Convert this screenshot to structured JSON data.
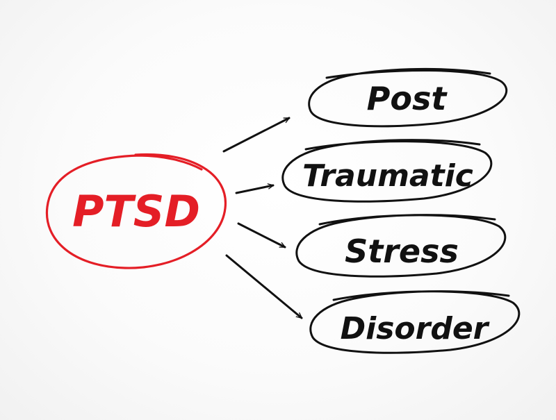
{
  "diagram": {
    "center": {
      "label": "PTSD",
      "color": "#e41e26"
    },
    "branches": [
      {
        "label": "Post"
      },
      {
        "label": "Traumatic"
      },
      {
        "label": "Stress"
      },
      {
        "label": "Disorder"
      }
    ],
    "ink_color": "#111111"
  }
}
